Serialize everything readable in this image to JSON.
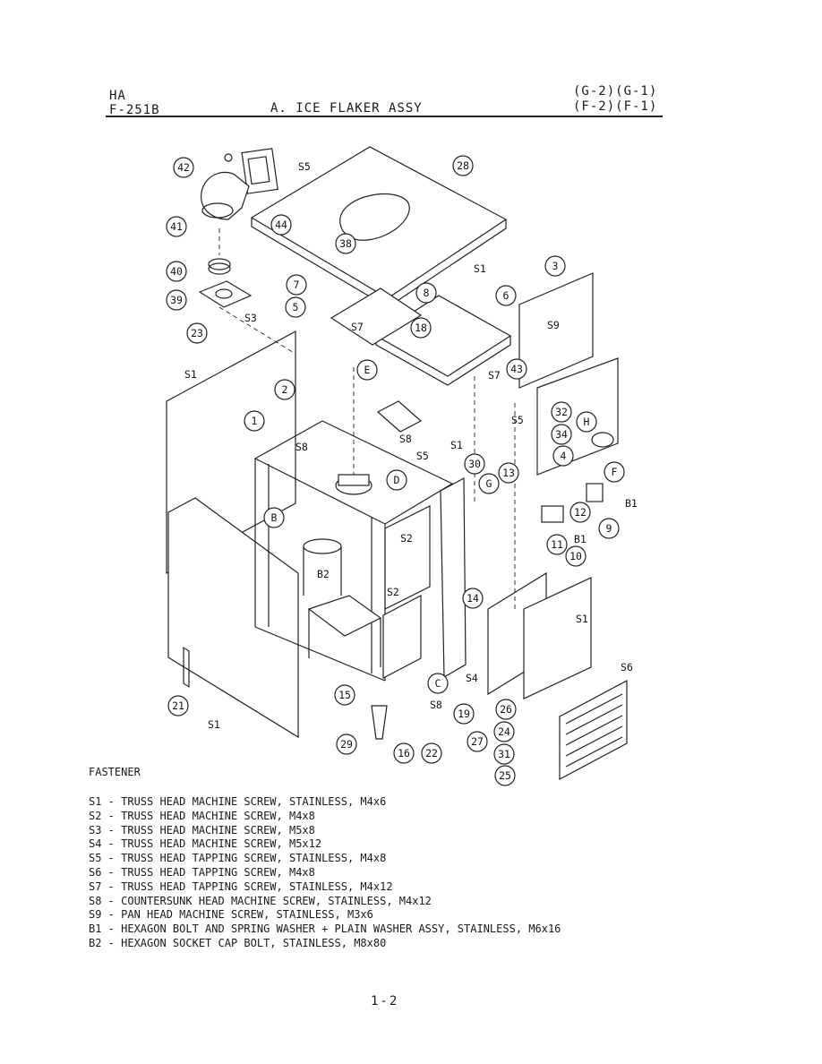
{
  "header": {
    "brand": "HA",
    "model": "F-251B",
    "title": "A. ICE FLAKER ASSY",
    "variants_top": "(G-2)(G-1)",
    "variants_bottom": "(F-2)(F-1)"
  },
  "callouts": {
    "c1": "1",
    "c2": "2",
    "c3": "3",
    "c4": "4",
    "c5": "5",
    "c6": "6",
    "c7": "7",
    "c8": "8",
    "c9": "9",
    "c10": "10",
    "c11": "11",
    "c12": "12",
    "c13": "13",
    "c14": "14",
    "c15": "15",
    "c16": "16",
    "c18": "18",
    "c19": "19",
    "c21": "21",
    "c22": "22",
    "c23": "23",
    "c24": "24",
    "c25": "25",
    "c26": "26",
    "c27": "27",
    "c28": "28",
    "c29": "29",
    "c30": "30",
    "c31": "31",
    "c32": "32",
    "c34": "34",
    "c38": "38",
    "c39": "39",
    "c40": "40",
    "c41": "41",
    "c42": "42",
    "c43": "43",
    "c44": "44",
    "cB": "B",
    "cC": "C",
    "cD": "D",
    "cE": "E",
    "cF": "F",
    "cG": "G",
    "cH": "H"
  },
  "fastener_labels": {
    "s1": "S1",
    "s2": "S2",
    "s3": "S3",
    "s4": "S4",
    "s5": "S5",
    "s6": "S6",
    "s7": "S7",
    "s8": "S8",
    "s9": "S9",
    "b1": "B1",
    "b2": "B2"
  },
  "fastener_title": "FASTENER",
  "fasteners": [
    "S1 - TRUSS HEAD MACHINE SCREW, STAINLESS, M4x6",
    "S2 - TRUSS HEAD MACHINE SCREW, M4x8",
    "S3 - TRUSS HEAD MACHINE SCREW, M5x8",
    "S4 - TRUSS HEAD MACHINE SCREW, M5x12",
    "S5 - TRUSS HEAD TAPPING SCREW, STAINLESS, M4x8",
    "S6 - TRUSS HEAD TAPPING SCREW, M4x8",
    "S7 - TRUSS HEAD TAPPING SCREW, STAINLESS, M4x12",
    "S8 - COUNTERSUNK HEAD MACHINE SCREW, STAINLESS, M4x12",
    "S9 - PAN HEAD MACHINE SCREW, STAINLESS, M3x6",
    "B1 - HEXAGON BOLT AND SPRING WASHER + PLAIN WASHER ASSY, STAINLESS, M6x16",
    "B2 - HEXAGON SOCKET CAP BOLT, STAINLESS, M8x80"
  ],
  "page_number": "1-2"
}
